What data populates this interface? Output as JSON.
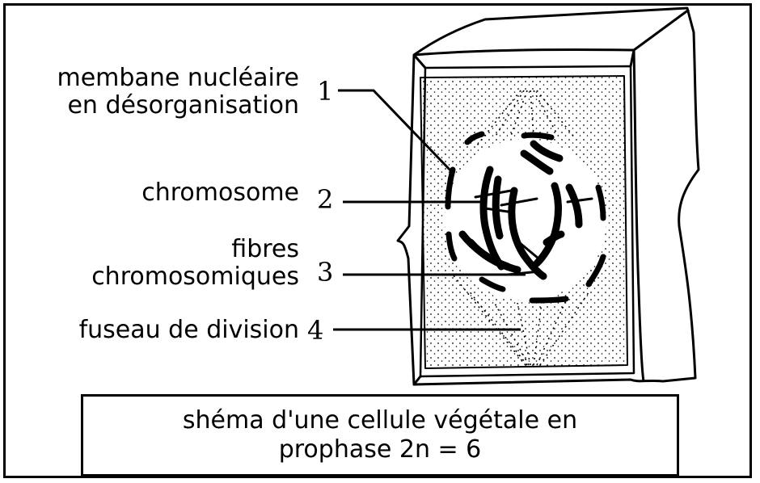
{
  "labels": {
    "membrane_line1": "membane nucléaire",
    "membrane_line2": "en désorganisation",
    "chromosome": "chromosome",
    "fibres_line1": "fibres",
    "fibres_line2": "chromosomiques",
    "fuseau": "fuseau de division"
  },
  "numbers": {
    "n1": "1",
    "n2": "2",
    "n3": "3",
    "n4": "4"
  },
  "caption": {
    "line1": "shéma d'une cellule végétale en",
    "line2": "prophase 2n = 6"
  }
}
